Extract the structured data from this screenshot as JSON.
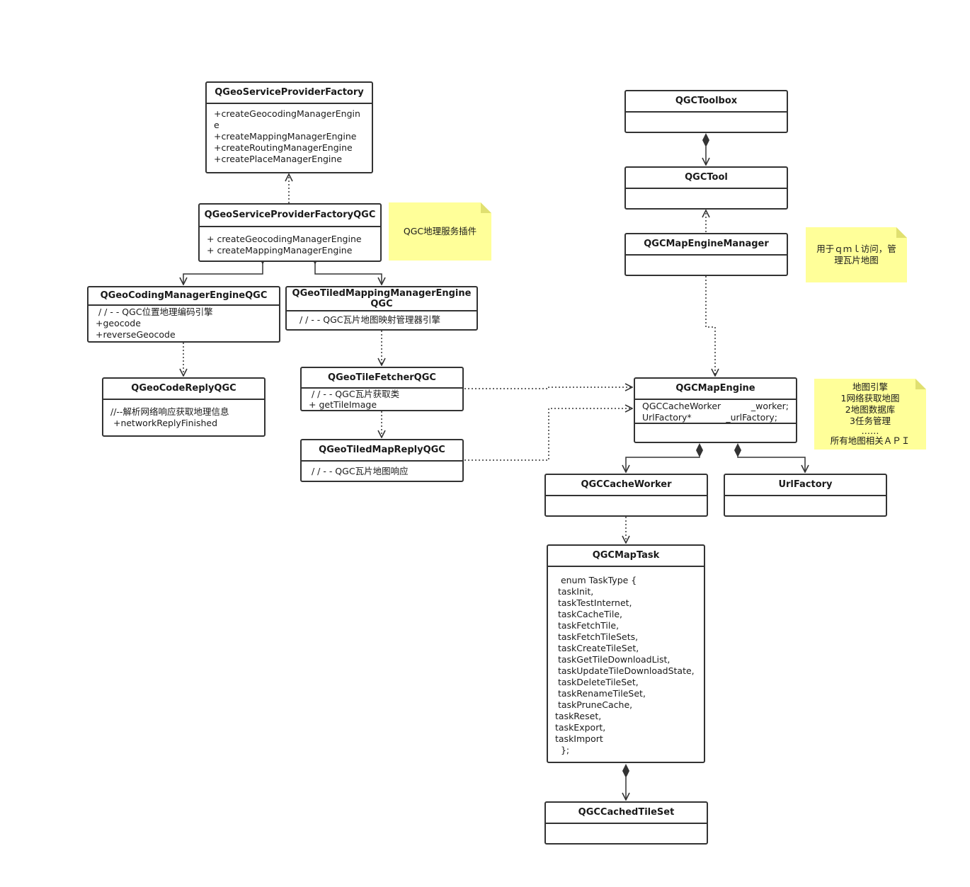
{
  "classes": {
    "provider_factory": {
      "title": "QGeoServiceProviderFactory",
      "lines": [
        "+createGeocodingManagerEngine",
        "+createMappingManagerEngine",
        "+createRoutingManagerEngine",
        "+createPlaceManagerEngine"
      ]
    },
    "provider_factory_qgc": {
      "title": "QGeoServiceProviderFactoryQGC",
      "lines": [
        "+ createGeocodingManagerEngine",
        "+ createMappingManagerEngine"
      ]
    },
    "geocoding_engine": {
      "title": "QGeoCodingManagerEngineQGC",
      "lines": [
        " / / - - QGC位置地理编码引擎",
        "+geocode",
        "+reverseGeocode"
      ]
    },
    "tiled_mapping_engine": {
      "title": "QGeoTiledMappingManagerEngine QGC",
      "lines": [
        "  / / - - QGC瓦片地图映射管理器引擎"
      ]
    },
    "geocode_reply": {
      "title": "QGeoCodeReplyQGC",
      "lines": [
        "//--解析网络响应获取地理信息",
        " +networkReplyFinished"
      ]
    },
    "tile_fetcher": {
      "title": "QGeoTileFetcherQGC",
      "lines": [
        " / / - - QGC瓦片获取类",
        "+ getTileImage"
      ]
    },
    "tiled_map_reply": {
      "title": "QGeoTiledMapReplyQGC",
      "lines": [
        " / / - - QGC瓦片地图响应"
      ]
    },
    "toolbox": {
      "title": "QGCToolbox"
    },
    "tool": {
      "title": "QGCTool"
    },
    "map_engine_manager": {
      "title": "QGCMapEngineManager"
    },
    "map_engine": {
      "title": "QGCMapEngine",
      "fields": [
        {
          "type": "QGCCacheWorker",
          "name": "_worker;"
        },
        {
          "type": "UrlFactory*",
          "name": "_urlFactory;"
        }
      ]
    },
    "cache_worker": {
      "title": "QGCCacheWorker"
    },
    "url_factory": {
      "title": "UrlFactory"
    },
    "map_task": {
      "title": "QGCMapTask",
      "lines": [
        "  enum TaskType {",
        " taskInit,",
        " taskTestInternet,",
        " taskCacheTile,",
        " taskFetchTile,",
        " taskFetchTileSets,",
        " taskCreateTileSet,",
        " taskGetTileDownloadList,",
        " taskUpdateTileDownloadState,",
        " taskDeleteTileSet,",
        " taskRenameTileSet,",
        " taskPruneCache,",
        "taskReset,",
        "taskExport,",
        "taskImport",
        "  };"
      ]
    },
    "cached_tile_set": {
      "title": "QGCCachedTileSet"
    }
  },
  "notes": {
    "plugin": [
      "QGC地理服务插件"
    ],
    "qml_access": [
      "用于ｑｍｌ访问，管",
      "理瓦片地图"
    ],
    "map_engine": [
      "地图引擎",
      "1网络获取地图",
      "2地图数据库",
      "3任务管理",
      "……",
      "所有地图相关ＡＰＩ"
    ]
  },
  "colors": {
    "border": "#333333",
    "note_fill": "#ffff99",
    "text": "#1a1a1a"
  }
}
